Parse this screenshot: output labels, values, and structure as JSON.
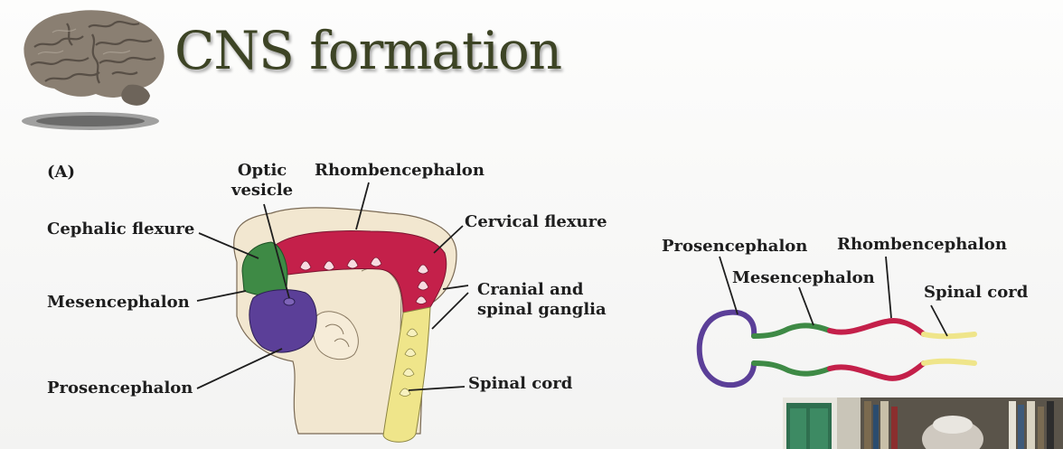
{
  "slide": {
    "title": "CNS formation"
  },
  "figure_a": {
    "panel_label": "(A)",
    "labels": {
      "optic_vesicle": "Optic\nvesicle",
      "rhombencephalon": "Rhombencephalon",
      "cephalic_flexure": "Cephalic flexure",
      "cervical_flexure": "Cervical flexure",
      "mesencephalon": "Mesencephalon",
      "cranial_spinal_ganglia": "Cranial and\nspinal ganglia",
      "prosencephalon": "Prosencephalon",
      "spinal_cord": "Spinal cord"
    }
  },
  "figure_b": {
    "labels": {
      "prosencephalon": "Prosencephalon",
      "rhombencephalon": "Rhombencephalon",
      "mesencephalon": "Mesencephalon",
      "spinal_cord": "Spinal cord"
    }
  },
  "colors": {
    "prosencephalon": "#5b3f98",
    "mesencephalon": "#3e8a45",
    "rhombencephalon": "#c4204a",
    "spinal_cord": "#efe58a",
    "title": "#3d4425"
  }
}
